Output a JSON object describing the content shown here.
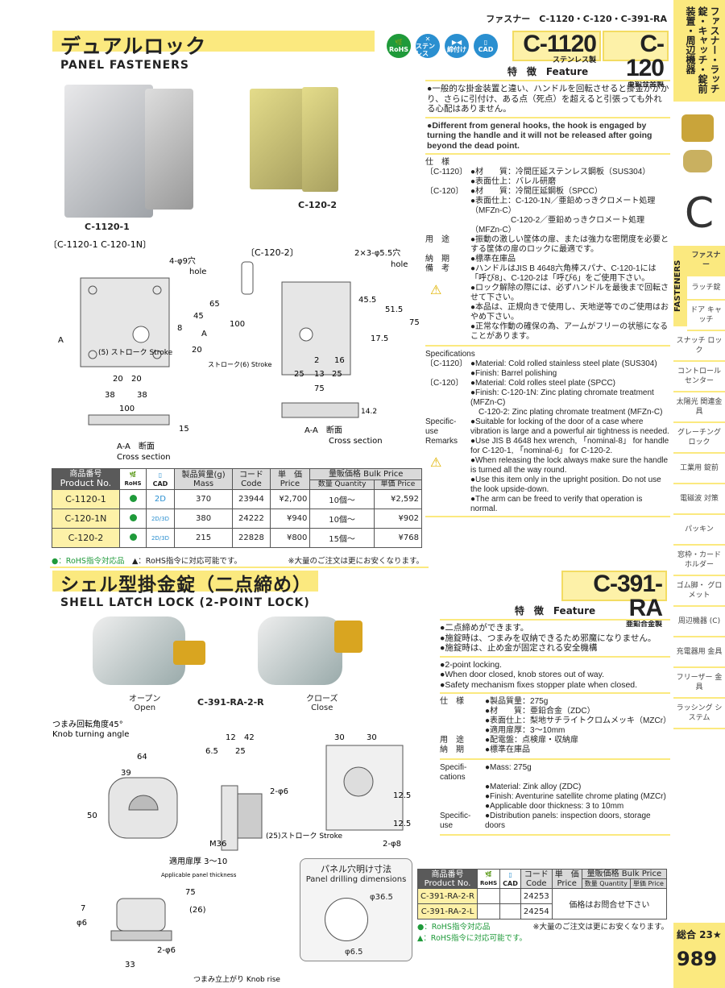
{
  "header": {
    "breadcrumb": "ファスナー　C-1120・C-120・C-391-RA",
    "icons": [
      "RoHS",
      "ステンレス",
      "締付け",
      "CAD"
    ]
  },
  "section1": {
    "title_jp": "デュアルロック",
    "title_en": "PANEL  FASTENERS",
    "models": [
      {
        "code": "C-1120",
        "material": "ステンレス製"
      },
      {
        "code": "C-120",
        "material": "亜鉛合金製"
      }
    ],
    "photo_labels": [
      "C-1120-1",
      "C-120-2"
    ],
    "drawing_labels": {
      "left_ref": "〔C-1120-1\nC-120-1N〕",
      "right_ref": "〔C-120-2〕",
      "hole_left": "4-φ9穴",
      "hole_left_en": "hole",
      "hole_right": "2×3-φ5.5穴",
      "hole_right_en": "hole",
      "stroke": "(5) ストローク Stroke",
      "stroke_r": "ストローク(6) Stroke",
      "section_jp": "A-A　断面",
      "section_en": "Cross section",
      "dims_left": [
        "20",
        "20",
        "38",
        "38",
        "100",
        "65",
        "45",
        "100",
        "8",
        "20",
        "15",
        "A",
        "A"
      ],
      "dims_right": [
        "6",
        "45.5",
        "51.5",
        "75",
        "17.5",
        "2",
        "16",
        "25",
        "13",
        "25",
        "75",
        "14.2",
        "A",
        "A"
      ]
    },
    "feature_heading": "特　徴　Feature",
    "feature_jp": "●一般的な掛金装置と違い、ハンドルを回転させると掛金がかかり、さらに引付け、ある点（死点）を超えると引張っても外れる心配はありません。",
    "feature_en": "●Different from general hooks, the hook is engaged by turning the handle and it will not be released after going beyond the dead point.",
    "spec_jp": [
      [
        "仕　様",
        ""
      ],
      [
        "〔C-1120〕",
        "●材　　質：冷間圧延ステンレス鋼板（SUS304）"
      ],
      [
        "",
        "●表面仕上：バレル研磨"
      ],
      [
        "〔C-120〕",
        "●材　　質：冷間圧延鋼板（SPCC）"
      ],
      [
        "",
        "●表面仕上：C-120-1N／亜鉛めっきクロメート処理（MFZn-C）"
      ],
      [
        "",
        "　　　　　C-120-2／亜鉛めっきクロメート処理（MFZn-C）"
      ],
      [
        "用　途",
        "●振動の激しい筐体の扉、または強力な密閉度を必要とする筐体の扉のロックに最適です。"
      ],
      [
        "納　期",
        "●標準在庫品"
      ],
      [
        "備　考",
        "●ハンドルはJIS B 4648六角棒スパナ、C-120-1には「呼び8」、C-120-2は「呼び6」をご使用下さい。"
      ],
      [
        "",
        "●ロック解除の際には、必ずハンドルを最後まで回転させて下さい。"
      ],
      [
        "",
        "●本品は、正規向きで使用し、天地逆等でのご使用はおやめ下さい。"
      ],
      [
        "",
        "●正常な作動の確保の為、アームがフリーの状態になることがあります。"
      ]
    ],
    "spec_en": [
      [
        "Specifications",
        ""
      ],
      [
        "〔C-1120〕",
        "●Material: Cold rolled stainless steel plate (SUS304)"
      ],
      [
        "",
        "●Finish: Barrel polishing"
      ],
      [
        "〔C-120〕",
        "●Material: Cold rolles steel plate (SPCC)"
      ],
      [
        "",
        "●Finish: C-120-1N: Zinc plating chromate treatment (MFZn-C)"
      ],
      [
        "",
        "　C-120-2: Zinc plating chromate treatment (MFZn-C)"
      ],
      [
        "Specific-use",
        "●Suitable for locking of the door of a case where vibration is large and a powerful air tightness is needed."
      ],
      [
        "Remarks",
        "●Use JIS B 4648 hex wrench, 「nominal-8」 for handle for C-120-1, 「nominal-6」 for C-120-2."
      ],
      [
        "",
        "●When releasing the lock always make sure the handle is turned all the way round."
      ],
      [
        "",
        "●Use this item only in the upright position. Do not use the look upside-down."
      ],
      [
        "",
        "●The arm can be freed to verify that operation is normal."
      ]
    ],
    "table": {
      "headers": {
        "pn_jp": "商品番号",
        "pn_en": "Product No.",
        "rohs": "RoHS",
        "cad": "CAD",
        "mass_jp": "製品質量(g)",
        "mass_en": "Mass",
        "code_jp": "コード",
        "code_en": "Code",
        "price_jp": "単　価",
        "price_en": "Price",
        "bulk": "量販価格 Bulk Price",
        "qty": "数量 Quantity",
        "unit": "単価 Price"
      },
      "rows": [
        {
          "pn": "C-1120-1",
          "cad": "2D",
          "mass": "370",
          "code": "23944",
          "price": "¥2,700",
          "qty": "10個〜",
          "bulk": "¥2,592"
        },
        {
          "pn": "C-120-1N",
          "cad": "2D/3D",
          "mass": "380",
          "code": "24222",
          "price": "¥940",
          "qty": "10個〜",
          "bulk": "¥902"
        },
        {
          "pn": "C-120-2",
          "cad": "2D/3D",
          "mass": "215",
          "code": "22828",
          "price": "¥800",
          "qty": "15個〜",
          "bulk": "¥768"
        }
      ],
      "note_rohs": "●：RoHS指令対応品",
      "note_tri": "▲：RoHS指令に対応可能です。",
      "note_bulk": "※大量のご注文は更にお安くなります。"
    }
  },
  "section2": {
    "title_jp": "シェル型掛金錠（二点締め）",
    "title_en": "SHELL  LATCH  LOCK  (2-POINT LOCK)",
    "model": {
      "code": "C-391-RA",
      "material": "亜鉛合金製"
    },
    "photo_labels": {
      "open_jp": "オープン",
      "open_en": "Open",
      "model": "C-391-RA-2-R",
      "close_jp": "クローズ",
      "close_en": "Close"
    },
    "drawing_labels": {
      "knob_jp": "つまみ回転角度45°",
      "knob_en": "Knob turning angle",
      "door_jp": "適用扉厚 3〜10",
      "door_en": "Applicable panel thickness",
      "rise": "つまみ立上がり Knob rise",
      "stroke": "(25)ストローク Stroke",
      "m36": "M36",
      "dims_a": [
        "64",
        "39",
        "50",
        "7",
        "φ6",
        "33",
        "2-φ6",
        "(26)",
        "75"
      ],
      "dims_b": [
        "12",
        "42",
        "6.5",
        "25",
        "2-φ6"
      ],
      "dims_c": [
        "30",
        "30",
        "12.5",
        "12.5",
        "2-φ8"
      ]
    },
    "drilling": {
      "title_jp": "パネル穴明け寸法",
      "title_en": "Panel drilling dimensions",
      "d1": "φ36.5",
      "d2": "φ6.5"
    },
    "feature_heading": "特　徴　Feature",
    "feature_jp": [
      "●二点締めができます。",
      "●施錠時は、つまみを収納できるため邪魔になりません。",
      "●施錠時は、止め金が固定される安全機構"
    ],
    "feature_en": [
      "●2-point locking.",
      "●When door closed, knob stores out of way.",
      "●Safety mechanism fixes stopper plate when closed."
    ],
    "spec_jp": [
      [
        "仕　様",
        "●製品質量：275g"
      ],
      [
        "",
        "●材　　質：亜鉛合金（ZDC）"
      ],
      [
        "",
        "●表面仕上：梨地サチライトクロムメッキ（MZCr）"
      ],
      [
        "",
        "●適用扉厚：3〜10mm"
      ],
      [
        "用　途",
        "●配電盤：点検扉・収納扉"
      ],
      [
        "納　期",
        "●標準在庫品"
      ]
    ],
    "spec_en": [
      [
        "Specifi-cations",
        "●Mass: 275g"
      ],
      [
        "",
        "●Material: Zink alloy (ZDC)"
      ],
      [
        "",
        "●Finish: Aventurine satellite chrome plating (MZCr)"
      ],
      [
        "",
        "●Applicable door thickness: 3 to 10mm"
      ],
      [
        "Specific-use",
        "●Distribution panels: inspection doors, storage doors"
      ]
    ],
    "table": {
      "rows": [
        {
          "pn": "C-391-RA-2-R",
          "code": "24253"
        },
        {
          "pn": "C-391-RA-2-L",
          "code": "24254"
        }
      ],
      "price_note": "価格はお問合せ下さい",
      "note_rohs": "●：RoHS指令対応品",
      "note_tri": "▲：RoHS指令に対応可能です。",
      "note_bulk": "※大量のご注文は更にお安くなります。"
    }
  },
  "sidebar": {
    "category_vertical": "ファスナー・ラッチ錠・キャッチ・錠前装置・周辺機器",
    "letter": "C",
    "section_en": "FASTENERS",
    "items": [
      "ファスナー",
      "ラッチ錠",
      "ドア キャッチ",
      "スナッチ ロック",
      "コントロール センター",
      "太陽光 関連金具",
      "グレーチング ロック",
      "工業用 錠前",
      "電磁波 対策",
      "パッキン",
      "窓枠・カード ホルダー",
      "ゴム脚・ グロメット",
      "周辺機器 (C)",
      "充電器用 金具",
      "フリーザー 金具",
      "ラッシング システム"
    ],
    "total": "総合 23★",
    "page": "989"
  },
  "colors": {
    "yellow": "#fbe97f",
    "rohs_green": "#1f9a3a",
    "cad_blue": "#2a8fd0"
  }
}
